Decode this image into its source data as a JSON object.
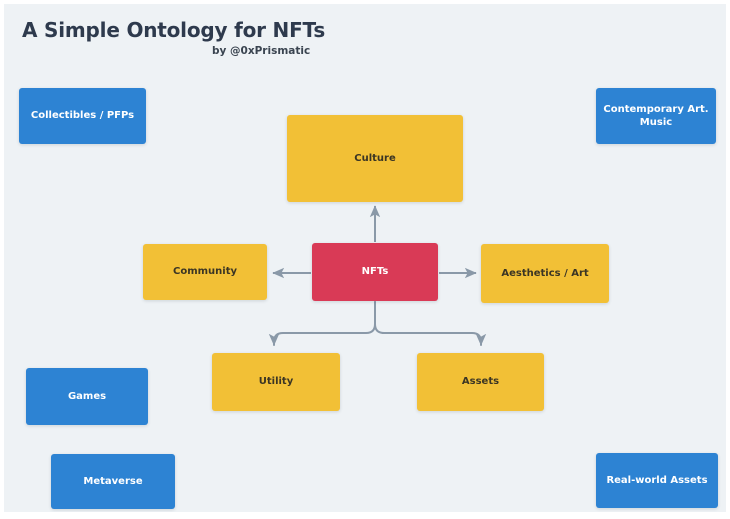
{
  "header": {
    "title": "A Simple Ontology for NFTs",
    "subtitle": "by @0xPrismatic"
  },
  "diagram": {
    "type": "concept-map",
    "background_color": "#eef2f5",
    "palette": {
      "blue": "#2d83d3",
      "yellow": "#f2c036",
      "crimson": "#d93a56",
      "connector": "#8a99a8",
      "title_text": "#2e3a4d"
    },
    "nodes": [
      {
        "id": "collectibles",
        "label": "Collectibles / PFPs",
        "color": "blue"
      },
      {
        "id": "contemporary",
        "label": "Contemporary Art. Music",
        "color": "blue"
      },
      {
        "id": "culture",
        "label": "Culture",
        "color": "yellow"
      },
      {
        "id": "community",
        "label": "Community",
        "color": "yellow"
      },
      {
        "id": "nfts",
        "label": "NFTs",
        "color": "crimson"
      },
      {
        "id": "aesthetics",
        "label": "Aesthetics / Art",
        "color": "yellow"
      },
      {
        "id": "utility",
        "label": "Utility",
        "color": "yellow"
      },
      {
        "id": "assets",
        "label": "Assets",
        "color": "yellow"
      },
      {
        "id": "games",
        "label": "Games",
        "color": "blue"
      },
      {
        "id": "metaverse",
        "label": "Metaverse",
        "color": "blue"
      },
      {
        "id": "realworld",
        "label": "Real-world Assets",
        "color": "blue"
      }
    ],
    "edges": [
      {
        "from": "nfts",
        "to": "culture",
        "direction": "up"
      },
      {
        "from": "nfts",
        "to": "community",
        "direction": "left"
      },
      {
        "from": "nfts",
        "to": "aesthetics",
        "direction": "right"
      },
      {
        "from": "nfts",
        "to": "utility",
        "direction": "down-left"
      },
      {
        "from": "nfts",
        "to": "assets",
        "direction": "down-right"
      }
    ]
  }
}
